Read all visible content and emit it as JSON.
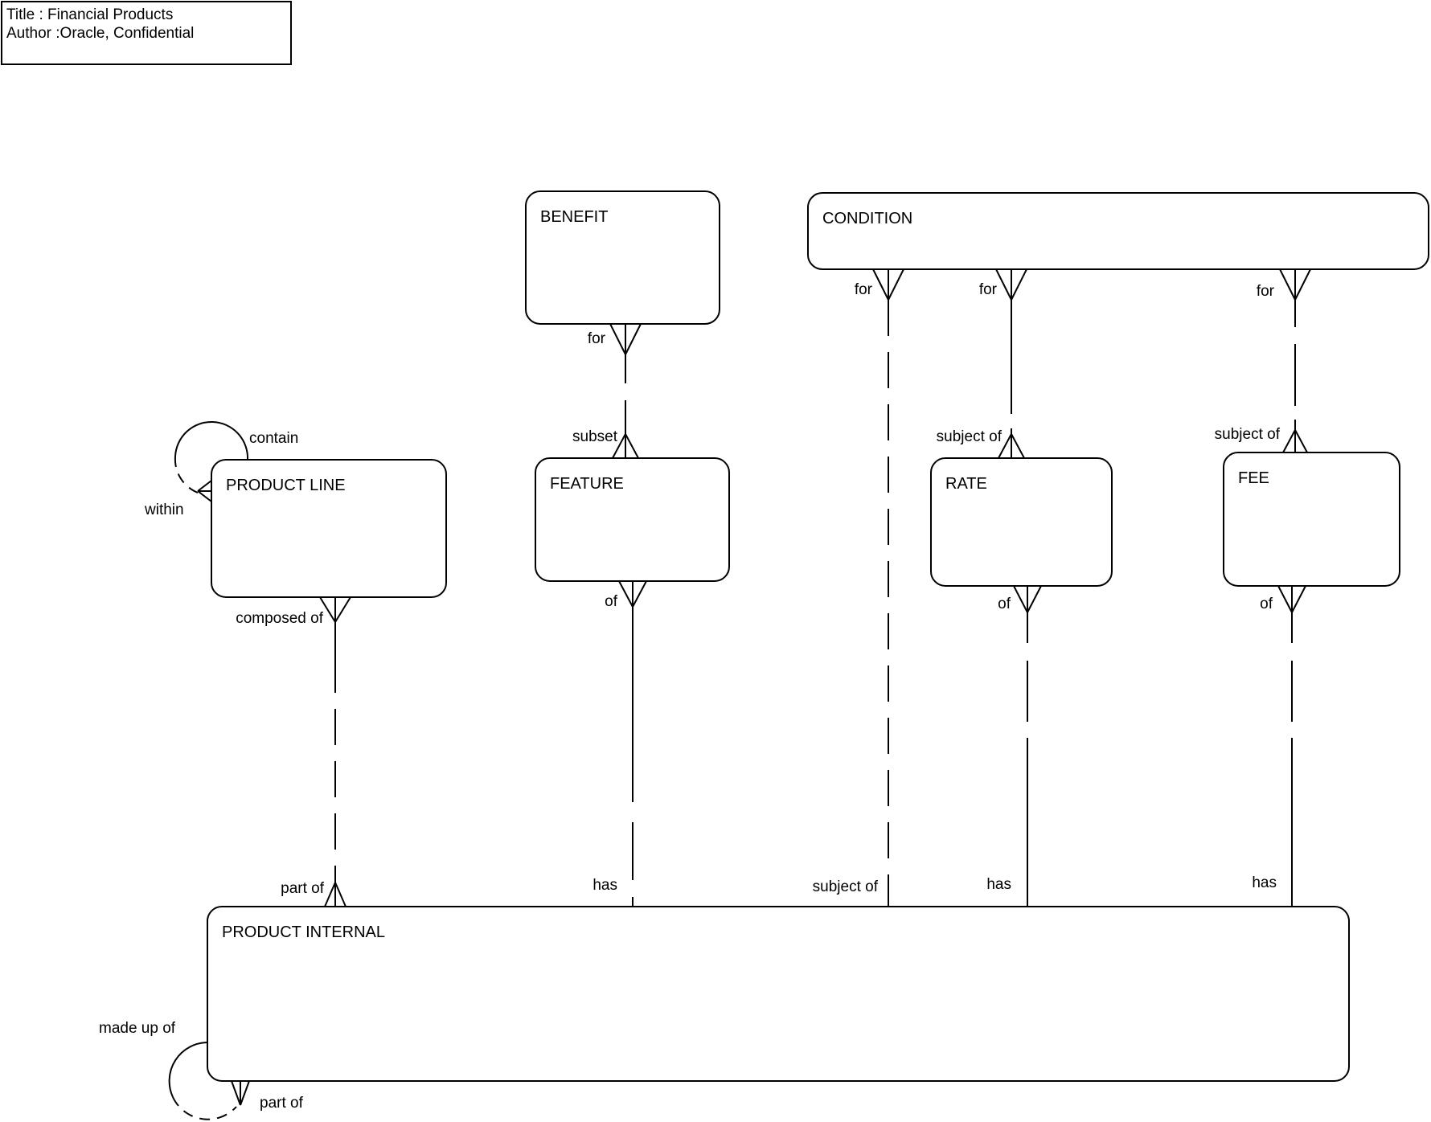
{
  "page": {
    "background_color": "#ffffff",
    "stroke_color": "#000000",
    "diagram_type": "entity-relationship-diagram"
  },
  "title_box": {
    "line1": "Title : Financial Products",
    "line2": "Author :Oracle, Confidential"
  },
  "entities": {
    "benefit": {
      "name": "BENEFIT"
    },
    "condition": {
      "name": "CONDITION"
    },
    "product_line": {
      "name": "PRODUCT LINE"
    },
    "feature": {
      "name": "FEATURE"
    },
    "rate": {
      "name": "RATE"
    },
    "fee": {
      "name": "FEE"
    },
    "product_internal": {
      "name": "PRODUCT INTERNAL"
    }
  },
  "relationships": {
    "benefit_feature": {
      "benefit_end": "for",
      "feature_end": "subset"
    },
    "condition_product_internal": {
      "condition_end": "for",
      "product_internal_end": "subject of"
    },
    "condition_rate": {
      "condition_end": "for",
      "rate_end": "subject of"
    },
    "condition_fee": {
      "condition_end": "for",
      "fee_end": "subject of"
    },
    "product_line_product_internal": {
      "product_line_end": "composed of",
      "product_internal_end": "part of"
    },
    "feature_product_internal": {
      "feature_end": "of",
      "product_internal_end": "has"
    },
    "rate_product_internal": {
      "rate_end": "of",
      "product_internal_end": "has"
    },
    "fee_product_internal": {
      "fee_end": "of",
      "product_internal_end": "has"
    },
    "product_line_self": {
      "many_end": "contain",
      "one_end": "within"
    },
    "product_internal_self": {
      "one_end": "made up of",
      "many_end": "part of"
    }
  }
}
